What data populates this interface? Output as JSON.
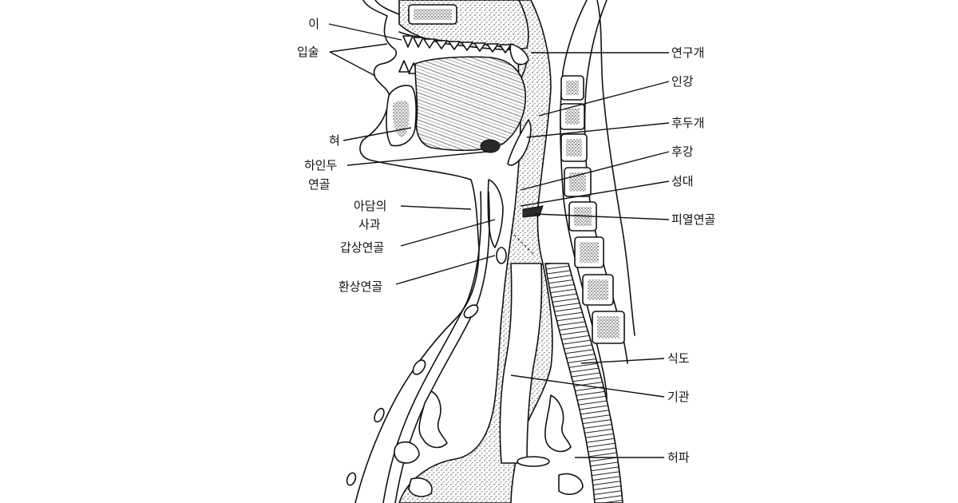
{
  "labels": {
    "teeth": "이",
    "lips": "입술",
    "tongue": "혀",
    "hyoid_line1": "하인두",
    "hyoid_line2": "연골",
    "adams_apple_line1": "아담의",
    "adams_apple_line2": "사과",
    "thyroid_cartilage": "갑상연골",
    "cricoid_cartilage": "환상연골",
    "soft_palate": "연구개",
    "pharynx": "인강",
    "epiglottis": "후두개",
    "larynx": "후강",
    "vocal_cords": "성대",
    "arytenoid_cartilage": "피열연골",
    "esophagus": "식도",
    "trachea": "기관",
    "lung": "허파"
  },
  "colors": {
    "ink": "#111111",
    "background": "#ffffff"
  }
}
